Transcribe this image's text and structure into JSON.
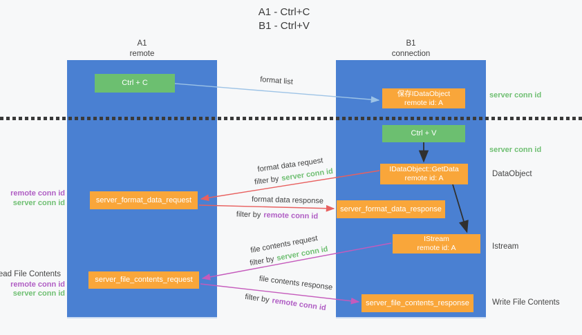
{
  "title": {
    "line1": "A1 - Ctrl+C",
    "line2": "B1 - Ctrl+V"
  },
  "lifelines": {
    "a1": {
      "name": "A1",
      "role": "remote"
    },
    "b1": {
      "name": "B1",
      "role": "connection"
    }
  },
  "nodes": {
    "ctrl_c": {
      "label": "Ctrl + C"
    },
    "save_idataobject": {
      "line1": "保存IDataObject",
      "line2": "remote id: A"
    },
    "ctrl_v": {
      "label": "Ctrl + V"
    },
    "getdata": {
      "line1": "IDataObject::GetData",
      "line2": "remote id: A"
    },
    "server_format_data_request": {
      "label": "server_format_data_request"
    },
    "server_format_data_response": {
      "label": "server_format_data_response"
    },
    "istream": {
      "line1": "IStream",
      "line2": "remote id: A"
    },
    "server_file_contents_request": {
      "label": "server_file_contents_request"
    },
    "server_file_contents_response": {
      "label": "server_file_contents_response"
    }
  },
  "edge_labels": {
    "format_list": "format list",
    "format_data_request": "format data request",
    "format_data_response": "format data response",
    "file_contents_request": "file contents request",
    "file_contents_response": "file contents response",
    "filter_by": "filter by",
    "server_conn_id": "server conn id",
    "remote_conn_id": "remote conn id"
  },
  "annotations": {
    "right": {
      "server_conn_id_top": "server conn id",
      "server_conn_id_mid": "server conn id",
      "dataobject": "DataObject",
      "istream": "Istream",
      "write_file_contents": "Write File Contents"
    },
    "left": {
      "remote_conn_id_top": "remote conn id",
      "server_conn_id_top": "server conn id",
      "read_file_contents": "Read File Contents",
      "remote_conn_id_bottom": "remote conn id",
      "server_conn_id_bottom": "server conn id"
    }
  },
  "colors": {
    "lifeline_blue": "#4a80d2",
    "action_green": "#6cbf70",
    "message_orange": "#f9a63a",
    "arrow_blue": "#9dc3e6",
    "arrow_red": "#e8605f",
    "arrow_magenta": "#c55bbc",
    "arrow_black": "#303030",
    "text_green": "#6fbf72",
    "text_purple": "#b05ec4",
    "text_dark": "#3f3f3f"
  }
}
